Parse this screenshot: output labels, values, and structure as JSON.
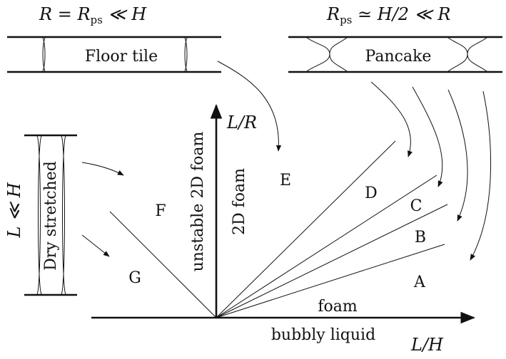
{
  "top_left_formula": {
    "lhs": "R = R",
    "sub": "ps",
    "rhs": " ≪ H"
  },
  "top_right_formula": {
    "lhs": "R",
    "sub": "ps",
    "rhs": " ≃ H/2 ≪ R"
  },
  "boxes": {
    "floor_tile": "Floor tile",
    "pancake": "Pancake",
    "dry_stretched": "Dry stretched"
  },
  "axes": {
    "y_label": "L/R",
    "x_label": "L/H"
  },
  "left_condition": "L ≪ H",
  "vertical_texts": {
    "unstable": "unstable 2D foam",
    "foam2d": "2D foam"
  },
  "region_labels": {
    "A": "A",
    "B": "B",
    "C": "C",
    "D": "D",
    "E": "E",
    "F": "F",
    "G": "G"
  },
  "baseline_labels": {
    "foam": "foam",
    "bubbly": "bubbly liquid"
  }
}
